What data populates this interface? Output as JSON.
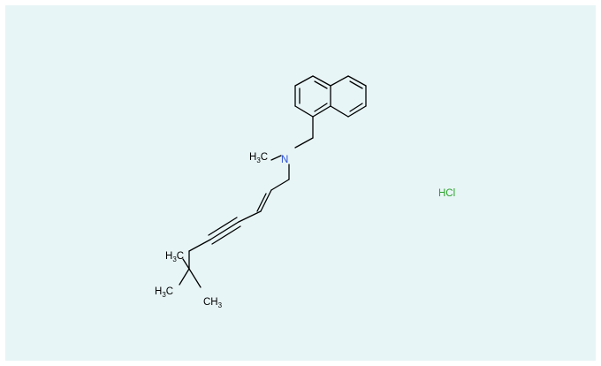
{
  "colors": {
    "background": "#e8f5f6",
    "bond": "#000000",
    "nitrogen": "#2a4fd6",
    "chlorine": "#2ca02c"
  },
  "atoms": {
    "n_methyl": {
      "main": "H",
      "sub": "3",
      "tail": "C"
    },
    "nitrogen": "N",
    "tbu_methyl_top": {
      "main": "H",
      "sub": "3",
      "tail": "C"
    },
    "tbu_methyl_left": {
      "main": "H",
      "sub": "3",
      "tail": "C"
    },
    "tbu_methyl_bottom": {
      "main": "CH",
      "sub": "3"
    },
    "salt": "HCl"
  }
}
